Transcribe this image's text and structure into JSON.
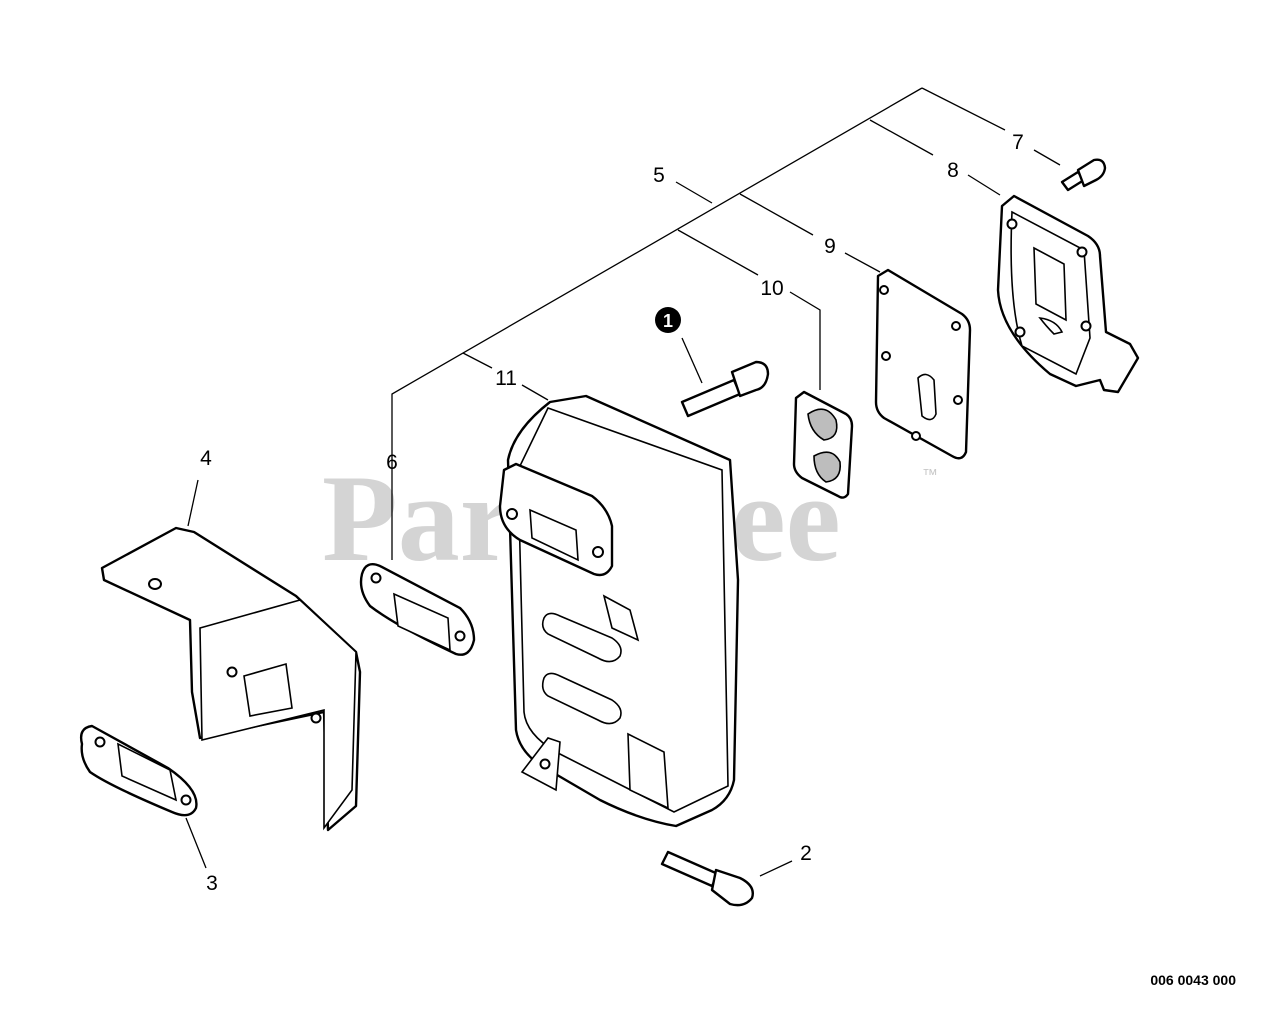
{
  "watermark": {
    "text": "PartsTree",
    "trademark": "™"
  },
  "drawing_number": "006 0043 000",
  "note_marker": "1",
  "callouts": [
    {
      "id": "1"
    },
    {
      "id": "2"
    },
    {
      "id": "3"
    },
    {
      "id": "4"
    },
    {
      "id": "5"
    },
    {
      "id": "6"
    },
    {
      "id": "7"
    },
    {
      "id": "8"
    },
    {
      "id": "9"
    },
    {
      "id": "10"
    },
    {
      "id": "11"
    }
  ]
}
